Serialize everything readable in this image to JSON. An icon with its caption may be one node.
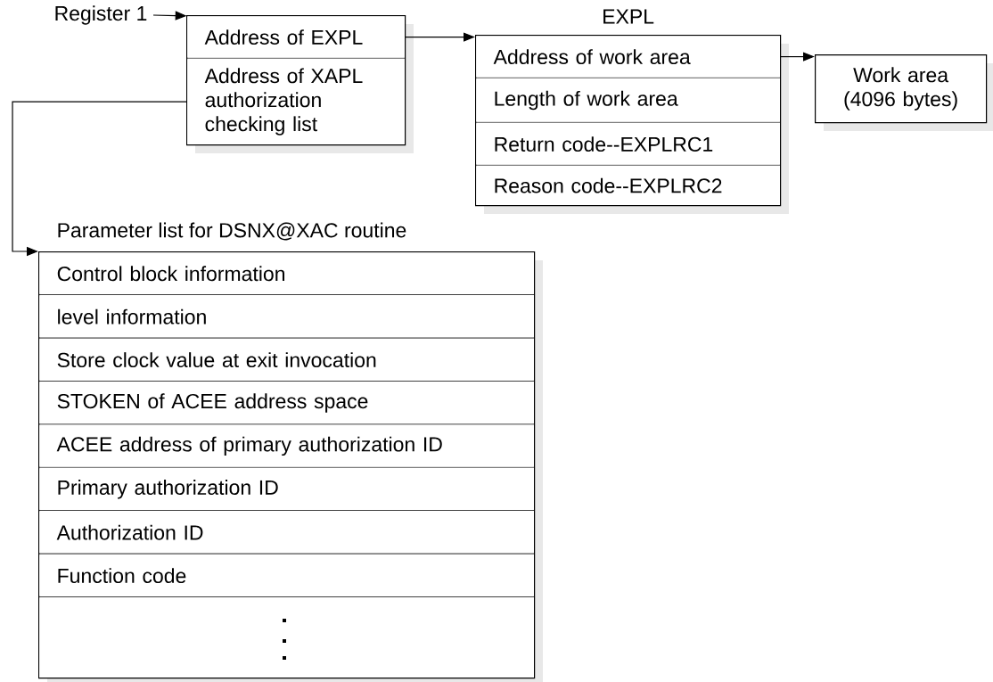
{
  "diagram": {
    "nodes": [
      {
        "text": [
          "Register 1"
        ]
      },
      {
        "text": [],
        "shape": "box"
      },
      {
        "text": [
          "Address of EXPL"
        ],
        "in": 1
      },
      {
        "text": [
          "Address of XAPL authorization checking list"
        ],
        "in": 1
      },
      {
        "text": [
          "EXPL"
        ]
      },
      {
        "text": [
          "Address of work area"
        ],
        "in": 4
      },
      {
        "text": [
          "Length of work area"
        ],
        "in": 4
      },
      {
        "text": [
          "Return code--EXPLRC1"
        ],
        "in": 4
      },
      {
        "text": [
          "Reason code--EXPLRC2"
        ],
        "in": 4
      },
      {
        "text": [
          "Work area (4096 bytes)"
        ]
      },
      {
        "text": [
          "Parameter list for DSNX@XAC routine"
        ]
      },
      {
        "text": [
          "Control block information"
        ],
        "in": 10
      },
      {
        "text": [
          "level information"
        ],
        "in": 10
      },
      {
        "text": [
          "Store clock value at exit invocation"
        ],
        "in": 10
      },
      {
        "text": [
          "STOKEN of ACEE address space"
        ],
        "in": 10
      },
      {
        "text": [
          "ACEE address of primary authorization ID"
        ],
        "in": 10
      },
      {
        "text": [
          "Primary authorization ID"
        ],
        "in": 10
      },
      {
        "text": [
          "Authorization ID"
        ],
        "in": 10
      },
      {
        "text": [
          "Function code"
        ],
        "in": 10
      },
      {
        "text": [],
        "shape": "box",
        "in": 10
      }
    ],
    "edges": [
      {
        "from": 0,
        "to": 2,
        "arrow": "to"
      },
      {
        "from": 2,
        "to": 4,
        "arrow": "to"
      },
      {
        "from": 5,
        "to": 9,
        "arrow": "to"
      },
      {
        "from": 3,
        "to": 10,
        "arrow": "to"
      }
    ]
  }
}
